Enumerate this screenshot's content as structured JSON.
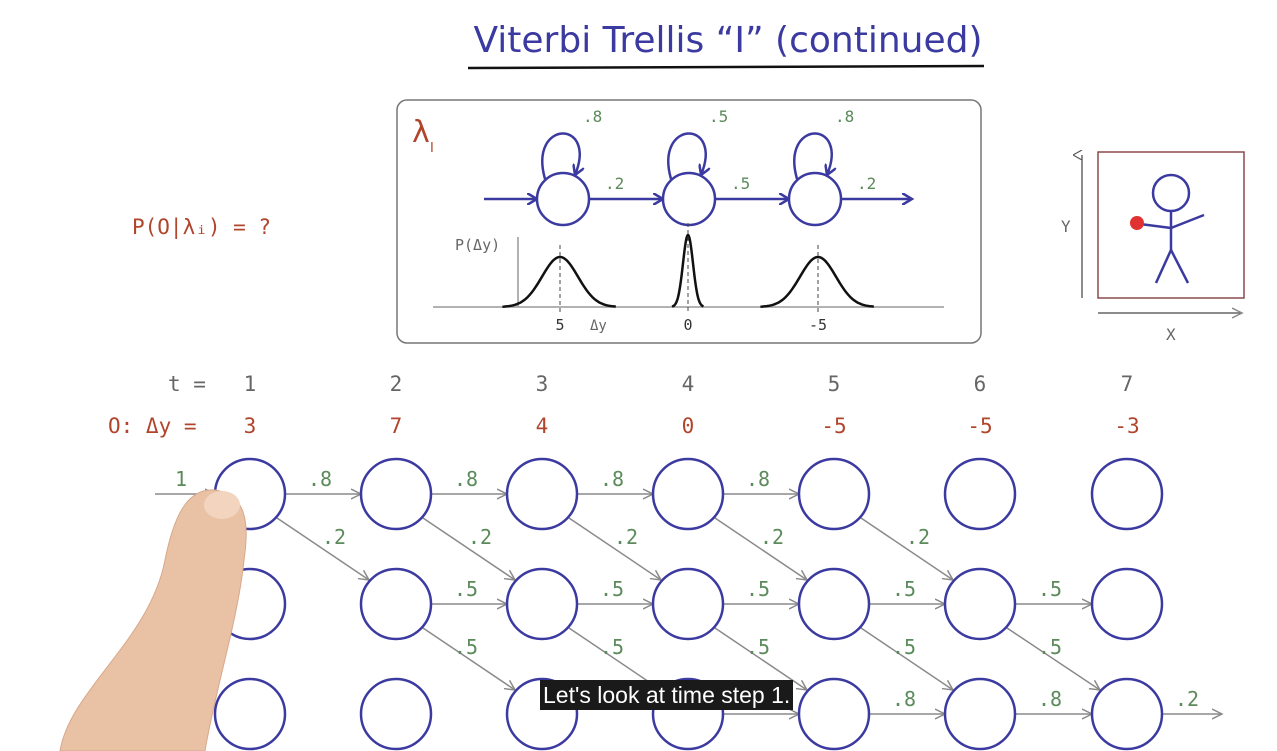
{
  "title": "Viterbi Trellis “I” (continued)",
  "question": "P(O|λᵢ) = ?",
  "model": {
    "label": "λ",
    "label_sub": "I",
    "self_probs": [
      ".8",
      ".5",
      ".8"
    ],
    "trans_probs": [
      ".2",
      ".5",
      ".2"
    ],
    "density_ylabel": "P(Δy)",
    "density_xlabel": "Δy",
    "density_means": [
      "5",
      "0",
      "-5"
    ]
  },
  "figure": {
    "x_label": "X",
    "y_label": "Y"
  },
  "trellis": {
    "t_label": "t =",
    "obs_label": "O: Δy =",
    "times": [
      "1",
      "2",
      "3",
      "4",
      "5",
      "6",
      "7"
    ],
    "observations": [
      "3",
      "7",
      "4",
      "0",
      "-5",
      "-5",
      "-3"
    ],
    "initial_prob": "1",
    "row0_stay": [
      ".8",
      ".8",
      ".8",
      ".8"
    ],
    "row0_down": [
      ".2",
      ".2",
      ".2",
      ".2",
      ".2"
    ],
    "row1_stay": [
      ".5",
      ".5",
      ".5",
      ".5",
      ".5"
    ],
    "row1_down": [
      ".5",
      ".5",
      ".5",
      ".5",
      ".5"
    ],
    "row2_stay": [
      ".8",
      ".8",
      ".8"
    ],
    "final_prob": ".2"
  },
  "subtitle": "Let's look at time step 1."
}
